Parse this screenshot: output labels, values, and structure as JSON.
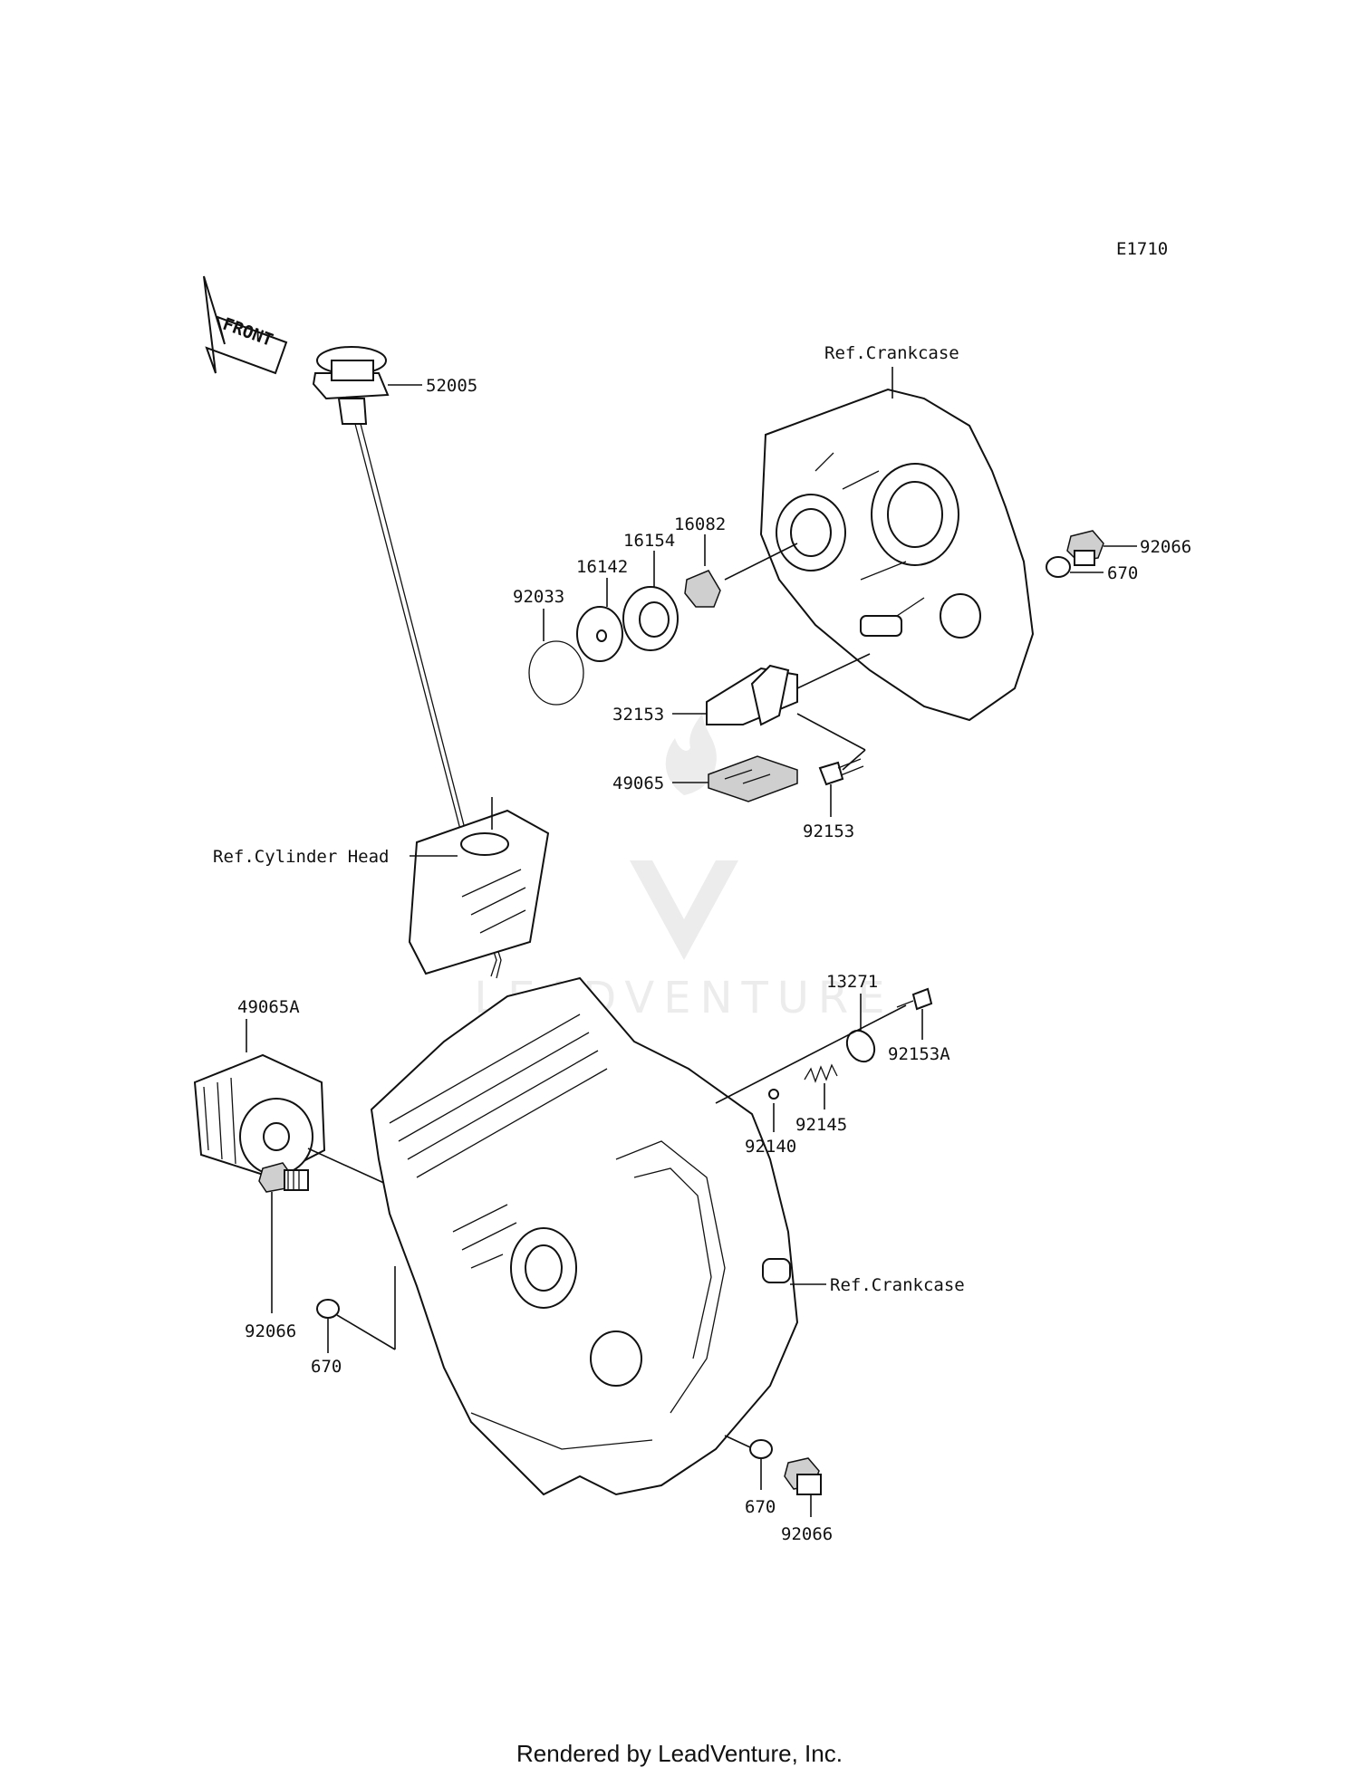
{
  "diagram_code": "E1710",
  "front_label": "FRONT",
  "footer": "Rendered by LeadVenture, Inc.",
  "watermark": "LEADVENTURE",
  "refs": {
    "crankcase_top": "Ref.Crankcase",
    "cylinder_head": "Ref.Cylinder Head",
    "crankcase_bottom": "Ref.Crankcase"
  },
  "parts": {
    "p52005": "52005",
    "p92066_top": "92066",
    "p670_top": "670",
    "p16082": "16082",
    "p16154": "16154",
    "p16142": "16142",
    "p92033": "92033",
    "p32153": "32153",
    "p49065": "49065",
    "p92153": "92153",
    "p13271": "13271",
    "p92153A": "92153A",
    "p92145": "92145",
    "p92140": "92140",
    "p49065A": "49065A",
    "p92066_left": "92066",
    "p670_left": "670",
    "p670_bottom": "670",
    "p92066_bottom": "92066"
  }
}
